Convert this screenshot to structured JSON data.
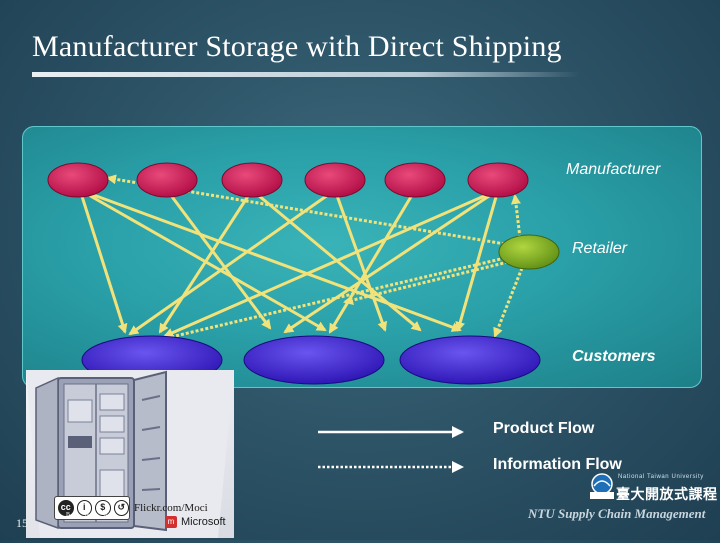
{
  "slide": {
    "title": "Manufacturer Storage with Direct Shipping",
    "page_number": "15"
  },
  "diagram": {
    "labels": {
      "manufacturer": "Manufacturer",
      "retailer": "Retailer",
      "customers": "Customers"
    },
    "legend": {
      "product_flow": "Product Flow",
      "information_flow": "Information Flow"
    },
    "colors": {
      "manufacturer_node": "#c4134f",
      "retailer_node": "#7ab01e",
      "customer_node": "#3a1fcc",
      "product_arrow": "#f2e27a",
      "information_arrow": "#f2e27a",
      "panel": "#2aa0a8"
    },
    "manufacturer_count": 6,
    "customer_count": 3
  },
  "credits": {
    "license_icons": [
      "cc-icon",
      "by-icon",
      "nc-icon",
      "sa-icon"
    ],
    "license_text": "BY NC SA",
    "photo_credit": "Flickr.com/Moci",
    "clipart_credit": "Microsoft"
  },
  "branding": {
    "university_small": "National Taiwan University",
    "chinese_name": "臺大開放式課程",
    "course_name": "NTU Supply Chain Management"
  }
}
